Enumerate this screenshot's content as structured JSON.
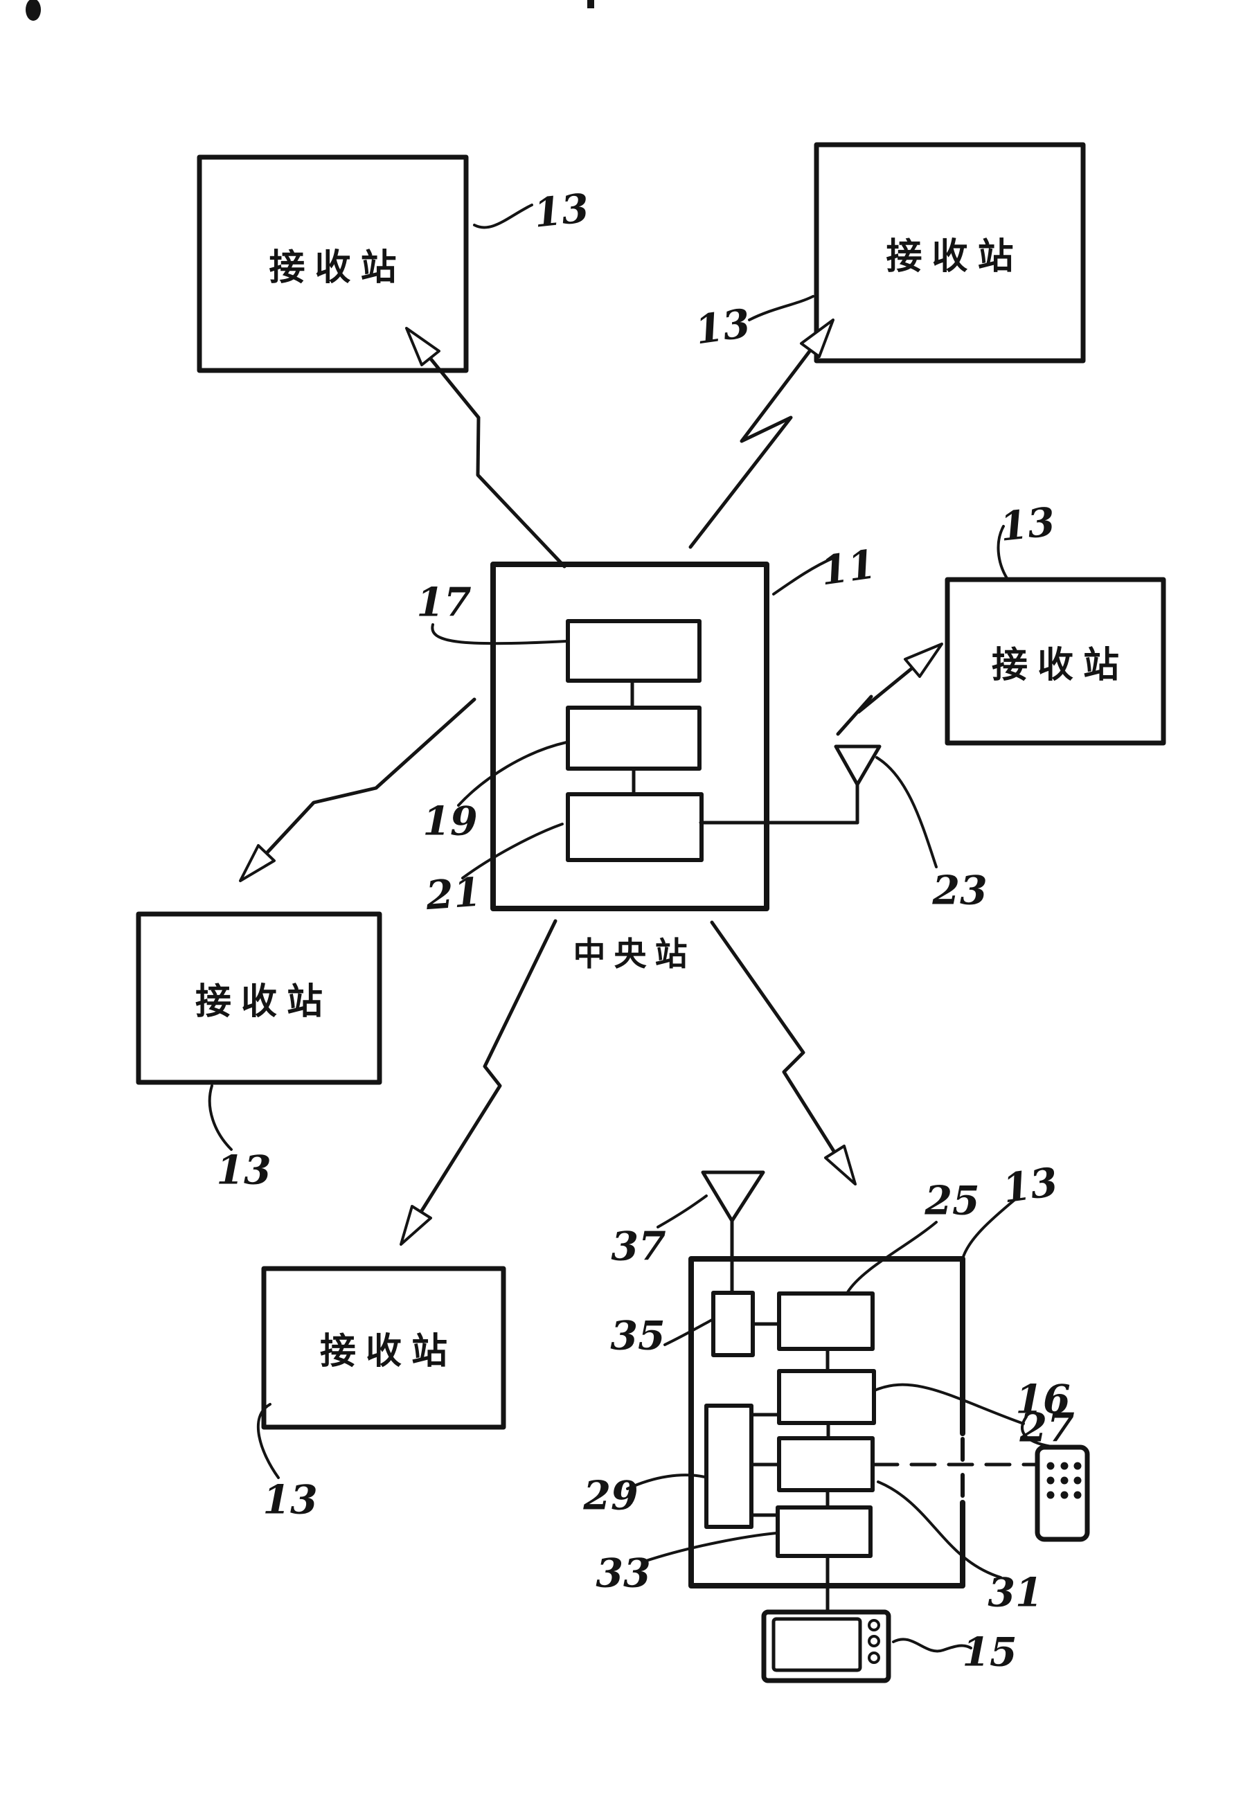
{
  "figure": {
    "background": "#ffffff",
    "ink": "#141414",
    "central_station": {
      "label": "中央站",
      "ref": "11",
      "internal_box_refs": [
        "17",
        "19",
        "21"
      ],
      "antenna_ref": "23"
    },
    "simple_receiving_stations": [
      {
        "label": "接收站",
        "ref": "13",
        "position": "top-left"
      },
      {
        "label": "接收站",
        "ref": "13",
        "position": "top-right"
      },
      {
        "label": "接收站",
        "ref": "13",
        "position": "right"
      },
      {
        "label": "接收站",
        "ref": "13",
        "position": "left"
      },
      {
        "label": "接收站",
        "ref": "13",
        "position": "bottom-left"
      }
    ],
    "detailed_receiving_station": {
      "ref": "13",
      "antenna_ref": "37",
      "internal_box_refs": [
        "35",
        "25",
        "27",
        "29",
        "31",
        "33"
      ],
      "monitor_ref": "15",
      "remote_control_ref": "16"
    }
  },
  "labels": {
    "station": "接收站",
    "central": "中央站",
    "n11": "11",
    "n13": "13",
    "n15": "15",
    "n16": "16",
    "n17": "17",
    "n19": "19",
    "n21": "21",
    "n23": "23",
    "n25": "25",
    "n27": "27",
    "n29": "29",
    "n31": "31",
    "n33": "33",
    "n35": "35",
    "n37": "37"
  }
}
